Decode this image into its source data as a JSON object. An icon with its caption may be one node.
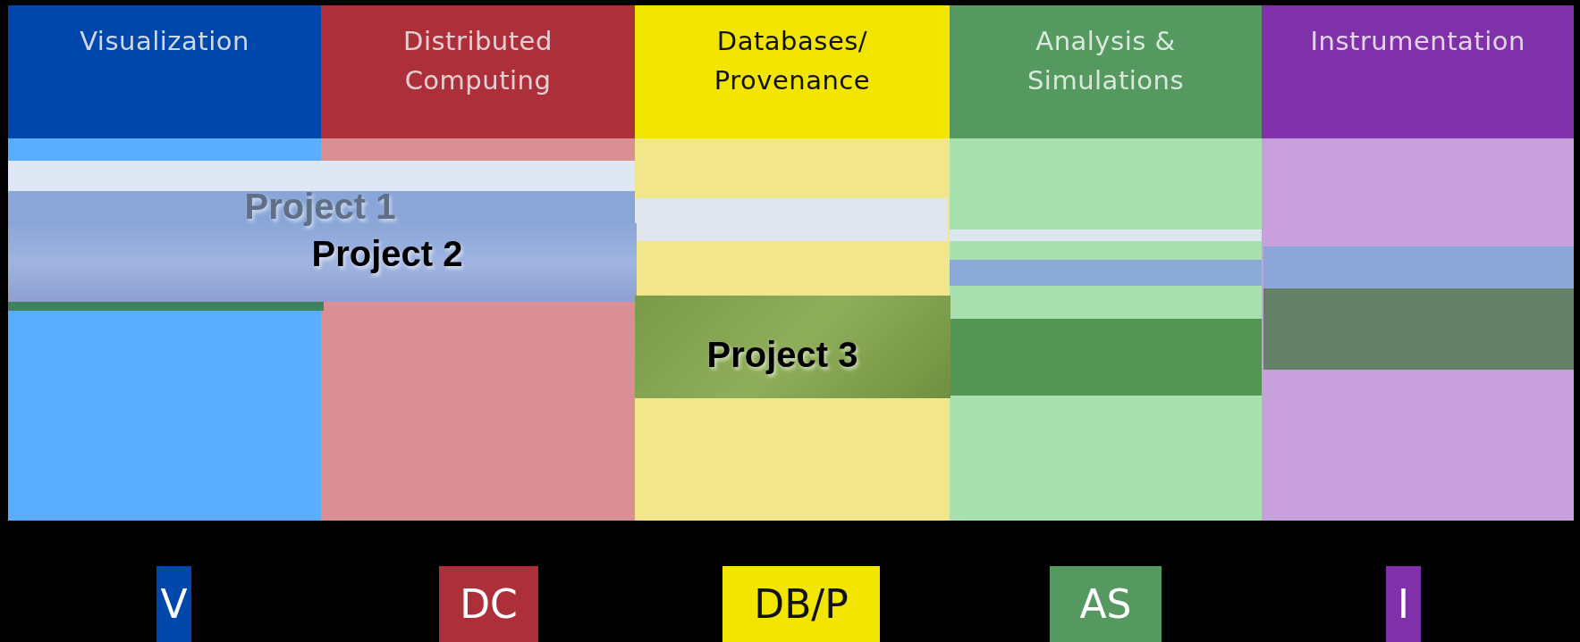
{
  "diagram": {
    "nodes": [
      {
        "text": [
          "Visualization"
        ]
      },
      {
        "text": [
          "Distributed Computing"
        ]
      },
      {
        "text": [
          "Databases/ Provenance"
        ]
      },
      {
        "text": [
          "Analysis & Simulations"
        ]
      },
      {
        "text": [
          "Instrumentation"
        ]
      },
      {
        "text": [
          "Project 1"
        ]
      },
      {
        "text": [
          "Project 2"
        ]
      },
      {
        "text": [
          "Project 3"
        ]
      },
      {
        "text": [
          "V"
        ]
      },
      {
        "text": [
          "DC"
        ]
      },
      {
        "text": [
          "DB/P"
        ]
      },
      {
        "text": [
          "AS"
        ]
      },
      {
        "text": [
          "I"
        ]
      },
      {
        "text": [],
        "shape": "bar"
      },
      {
        "text": [],
        "shape": "bar"
      },
      {
        "text": [],
        "shape": "bar"
      },
      {
        "text": [],
        "shape": "bar"
      },
      {
        "text": [],
        "shape": "bar"
      },
      {
        "text": [],
        "shape": "bar"
      },
      {
        "text": [],
        "shape": "bar"
      }
    ]
  }
}
